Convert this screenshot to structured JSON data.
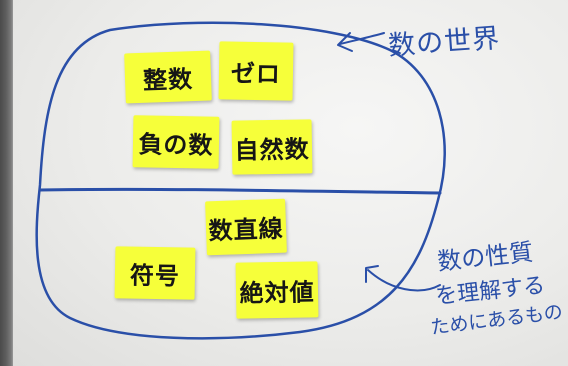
{
  "sticky_notes": {
    "integer": "整数",
    "zero": "ゼロ",
    "negative_number": "負の数",
    "natural_number": "自然数",
    "number_line": "数直線",
    "sign": "符号",
    "absolute_value": "絶対値"
  },
  "handwriting": {
    "title": "数の世界",
    "annotation_line1": "数の性質",
    "annotation_line2": "を理解する",
    "annotation_line3": "ためにあるもの"
  },
  "colors": {
    "marker_ink": "#2a4fa8",
    "sticky_note": "#f6ff3a",
    "whiteboard": "#ececea"
  }
}
